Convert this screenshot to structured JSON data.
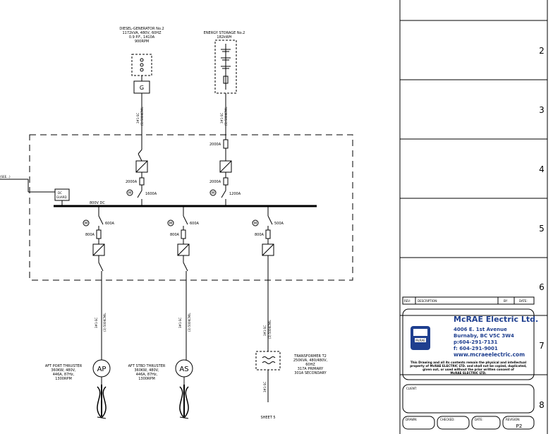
{
  "sources": {
    "generator": {
      "title": "DIESEL-GENERATOR No.2",
      "rating": "1172kVA, 480V, 60HZ",
      "pf": "0.9 P.F., 1410A",
      "rpm": "900RPM",
      "symbol": "G",
      "breaker": "2000A",
      "motor_breaker": "1600A"
    },
    "storage": {
      "title": "ENERGY STORAGE No.2",
      "capacity": "182kWH",
      "fuse_top": "2000A",
      "breaker": "2000A",
      "motor_breaker": "1200A"
    }
  },
  "bus": {
    "label": "800V DC",
    "dc_guard": [
      "DC",
      "GUARD"
    ],
    "incoming_ref": "(SEE...)"
  },
  "feeders": [
    {
      "breaker": "600A",
      "fuse": "800A",
      "load_symbol": "AP",
      "load_lines": [
        "AFT PORT THRUSTER",
        "360KW, 480V,",
        "446A, 87Hz,",
        "1300RPM"
      ]
    },
    {
      "breaker": "600A",
      "fuse": "800A",
      "load_symbol": "AS",
      "load_lines": [
        "AFT STBD THRUSTER",
        "360KW, 480V,",
        "446A, 87Hz,",
        "1300RPM"
      ]
    },
    {
      "breaker": "500A",
      "fuse": "800A",
      "load_lines": [
        "TRANSFORMER T2",
        "250KVA, 480/480V,",
        "60HZ",
        "317A PRIMARY",
        "301A SECONDARY"
      ]
    }
  ],
  "sheet_ref": "SHEET 5",
  "motor_symbol": "M",
  "title_block": {
    "row_numbers": [
      "2",
      "3",
      "4",
      "5",
      "6",
      "7",
      "8"
    ],
    "rev_header": {
      "rev": "REV:",
      "description": "DESCRIPTION:",
      "by": "BY:",
      "date": "DATE:"
    },
    "company": {
      "name": "McRAE Electric Ltd.",
      "address1": "4006 E. 1st Avenue",
      "address2": "Burnaby, BC V5C 3W4",
      "phone": "p:604-291-7131",
      "fax": "f: 604-291-9001",
      "web": "www.mcraeelectric.com",
      "notice": [
        "This Drawing and all its contents remain the physical and intellectual",
        "property of McRAE ELECTRIC LTD. and shall not be copied, duplicated,",
        "given out, or used without the prior written consent of",
        "McRAE ELECTRIC LTD."
      ],
      "logo_text": "McRAE"
    },
    "client_label": "CLIENT:",
    "drawn_label": "DRAWN:",
    "checked_label": "CHECKED:",
    "date_label": "DATE:",
    "revision_label": "REVISION:",
    "revision_value": "P2"
  },
  "colors": {
    "line": "#000000",
    "brand": "#1f3f8f"
  }
}
